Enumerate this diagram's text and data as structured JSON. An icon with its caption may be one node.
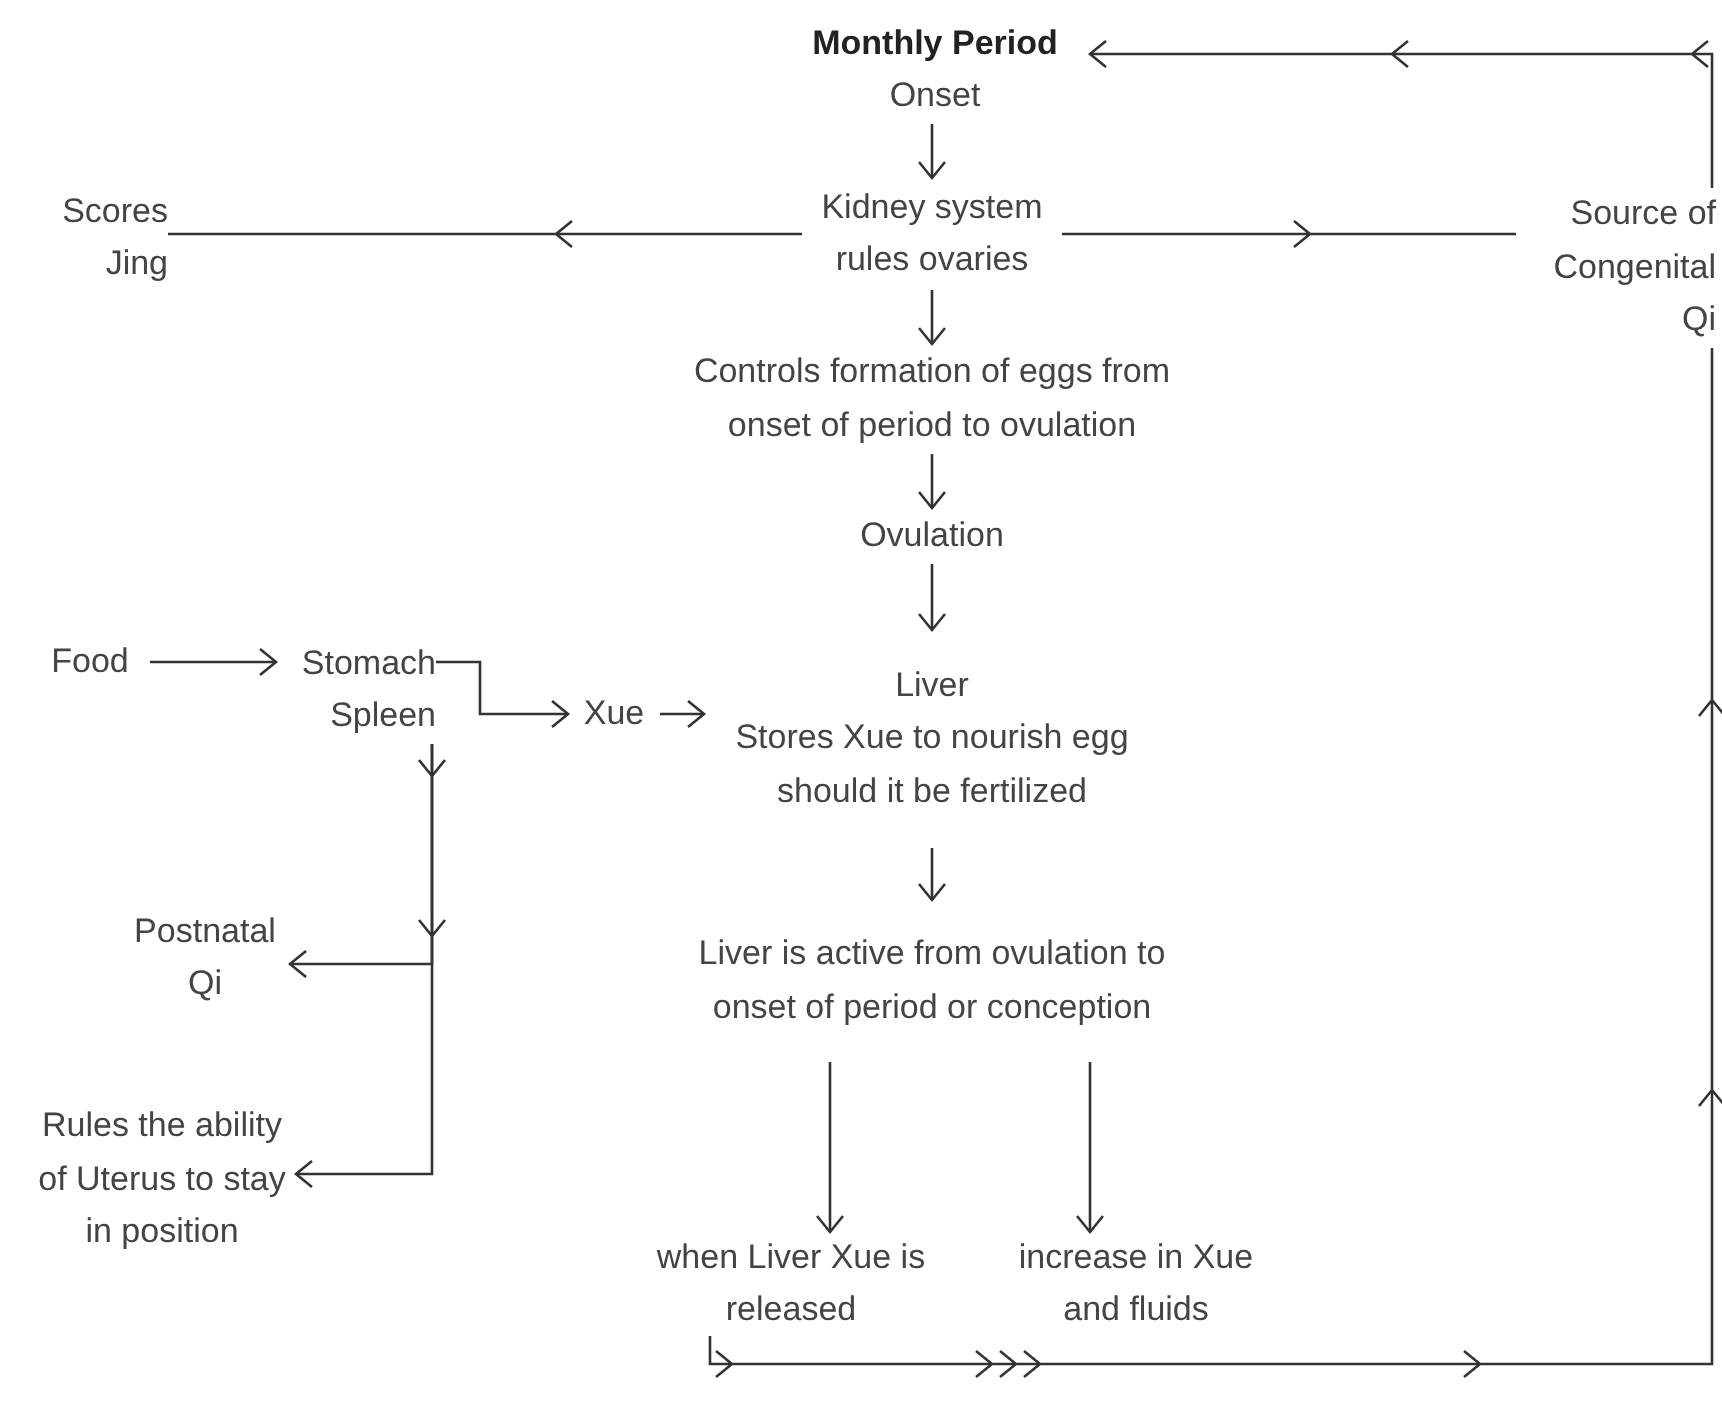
{
  "diagram": {
    "nodes": [
      {
        "text": [
          "Monthly Period",
          "Onset"
        ]
      },
      {
        "text": [
          "Kidney system rules ovaries"
        ]
      },
      {
        "text": [
          "Scores Jing"
        ]
      },
      {
        "text": [
          "Source of Congenital Qi"
        ]
      },
      {
        "text": [
          "Controls formation of eggs from onset of period to ovulation"
        ]
      },
      {
        "text": [
          "Ovulation"
        ]
      },
      {
        "text": [
          "Food"
        ]
      },
      {
        "text": [
          "Stomach Spleen"
        ]
      },
      {
        "text": [
          "Xue"
        ]
      },
      {
        "text": [
          "Liver",
          "Stores Xue to nourish egg should it be fertilized"
        ]
      },
      {
        "text": [
          "Postnatal Qi"
        ]
      },
      {
        "text": [
          "Rules the ability of Uterus to stay in position"
        ]
      },
      {
        "text": [
          "Liver is active from ovulation to onset of period or conception"
        ]
      },
      {
        "text": [
          "when Liver Xue is released"
        ]
      },
      {
        "text": [
          "increase in Xue and fluids"
        ]
      }
    ],
    "edges": [
      {
        "from": 0,
        "to": 1,
        "arrow": "to"
      },
      {
        "from": 1,
        "to": 2,
        "arrow": "to"
      },
      {
        "from": 1,
        "to": 3,
        "arrow": "to"
      },
      {
        "from": 1,
        "to": 4,
        "arrow": "to"
      },
      {
        "from": 4,
        "to": 5,
        "arrow": "to"
      },
      {
        "from": 5,
        "to": 9,
        "arrow": "to"
      },
      {
        "from": 6,
        "to": 7,
        "arrow": "to"
      },
      {
        "from": 7,
        "to": 8,
        "arrow": "to"
      },
      {
        "from": 8,
        "to": 9,
        "arrow": "to"
      },
      {
        "from": 7,
        "to": 10,
        "arrow": "to"
      },
      {
        "from": 7,
        "to": 11,
        "arrow": "to"
      },
      {
        "from": 9,
        "to": 12,
        "arrow": "to"
      },
      {
        "from": 12,
        "to": 13,
        "arrow": "to"
      },
      {
        "from": 12,
        "to": 14,
        "arrow": "to"
      },
      {
        "from": 13,
        "to": 3,
        "arrow": "to"
      },
      {
        "from": 3,
        "to": 0,
        "arrow": "to"
      }
    ]
  }
}
